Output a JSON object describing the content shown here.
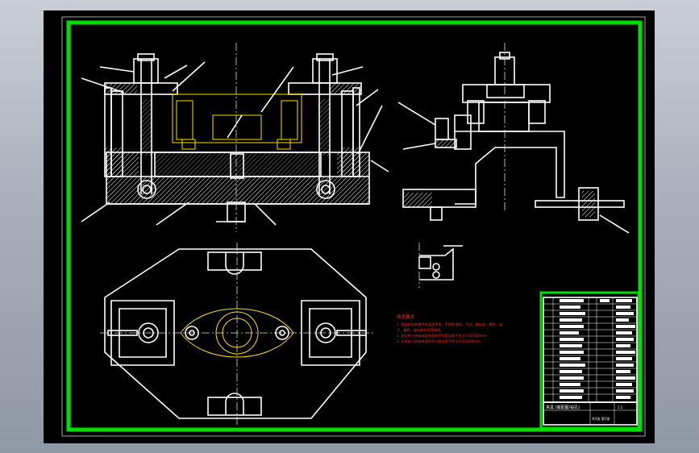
{
  "tech_notes": {
    "title": "技术要求",
    "lines": [
      "1. 装配前所有零件应清洗干净，不得有毛刺、飞边、氧化皮、锈蚀、油",
      "   污、着色、碰伤和划痕等缺陷。",
      "2. 定位销与夹具体配合面的平行度误差不大于0.02/100mm",
      "3. 支承板与夹具底面的平行度误差不大于0.02/100mm"
    ]
  },
  "title_block": {
    "drawing_title": "夹具 (装配图/钻孔)",
    "scale": "1:1",
    "sheet": "共1张 第1张"
  },
  "colors": {
    "background": "#000000",
    "frame": "#00e000",
    "lines": "#ffffff",
    "part_highlight": "#ffe000",
    "notes": "#ff2a2a"
  }
}
